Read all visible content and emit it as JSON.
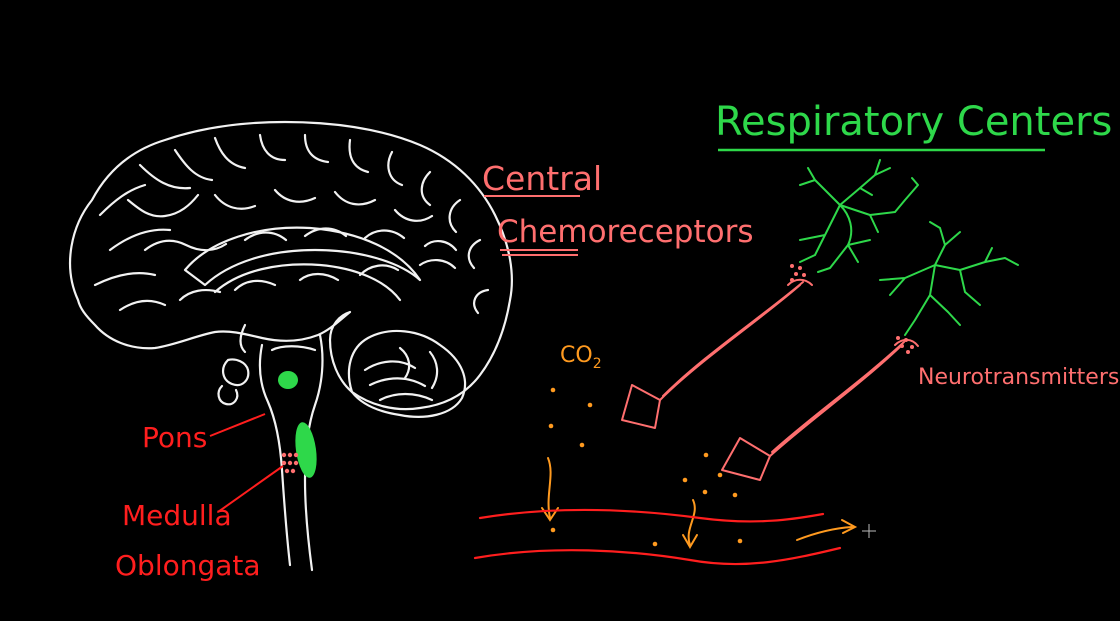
{
  "title": "Respiratory Centers",
  "labels": {
    "central_line1": "Central",
    "central_line2": "Chemoreceptors",
    "co2": "CO",
    "co2_sub": "2",
    "neurotransmitters": "Neurotransmitters",
    "pons": "Pons",
    "medulla_line1": "Medulla",
    "medulla_line2": "Oblongata"
  },
  "colors": {
    "background": "#000000",
    "green": "#2ed84a",
    "salmon": "#ff6f6f",
    "red": "#ff1e1e",
    "orange": "#ff9a1f",
    "white": "#f2f2f2"
  }
}
